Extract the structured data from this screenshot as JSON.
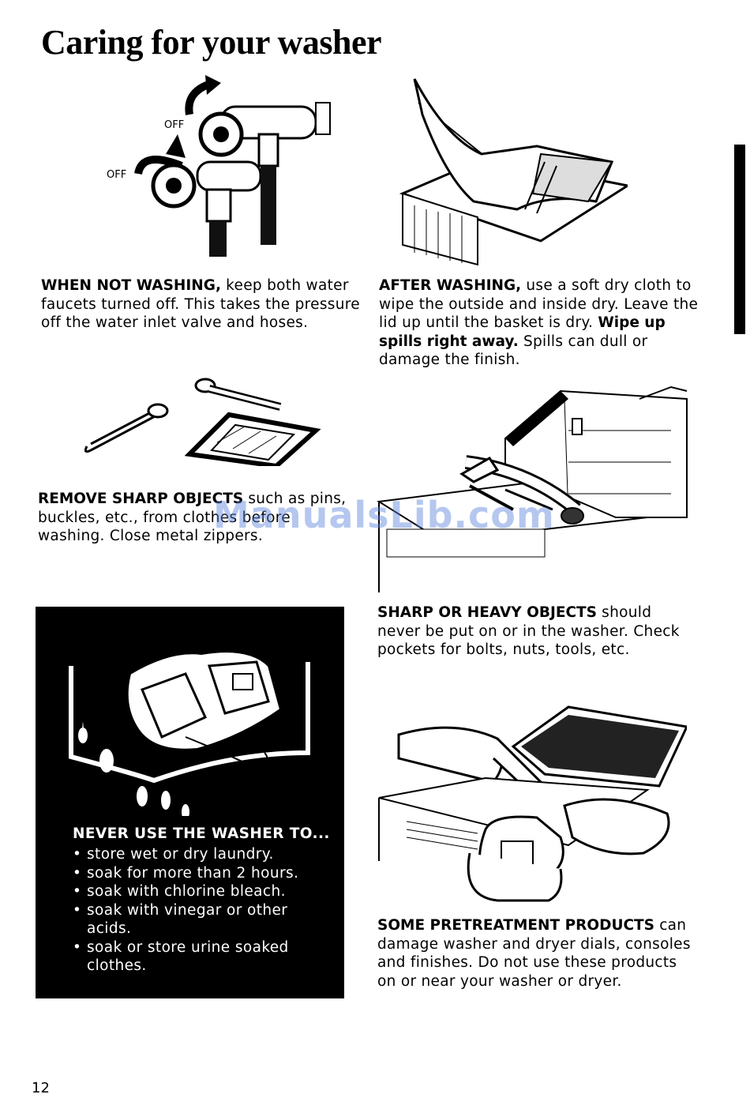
{
  "page": {
    "title": "Caring for your washer",
    "page_number": "12",
    "watermark": "ManualsLib.com"
  },
  "faucet_figure": {
    "label_off_1": "OFF",
    "label_off_2": "OFF"
  },
  "sections": {
    "when_not_washing": {
      "heading": "WHEN NOT WASHING,",
      "body": " keep both water faucets turned off. This takes the pressure off the water inlet valve and hoses."
    },
    "after_washing": {
      "heading": "AFTER WASHING,",
      "body1": " use a soft dry cloth to wipe the outside and inside dry. Leave the lid up until the basket is dry. ",
      "heading2": "Wipe up spills right away.",
      "body2": " Spills can dull or damage the finish."
    },
    "remove_sharp": {
      "heading": "REMOVE SHARP OBJECTS",
      "body": " such as pins, buckles, etc., from clothes before washing. Close metal zippers."
    },
    "sharp_heavy": {
      "heading": "SHARP OR HEAVY OBJECTS",
      "body": " should never be put on or in the washer. Check pockets for bolts, nuts, tools, etc."
    },
    "pretreatment": {
      "heading": "SOME PRETREATMENT PRODUCTS",
      "body": " can damage washer and dryer dials, consoles and finishes. Do not use these products on or near your washer or dryer."
    }
  },
  "warning_box": {
    "heading": "NEVER USE THE WASHER TO...",
    "items": [
      "store wet or dry laundry.",
      "soak for more than 2 hours.",
      "soak with chlorine bleach.",
      "soak with vinegar or other acids.",
      "soak or store urine soaked clothes."
    ]
  },
  "icons": {
    "faucets": "water-faucets-illustration",
    "wipe": "hand-wiping-washer-illustration",
    "pins": "pin-and-buckle-illustration",
    "tools": "tools-on-washer-illustration",
    "laundry": "soaked-laundry-illustration",
    "pretreat": "pretreatment-spray-illustration"
  }
}
